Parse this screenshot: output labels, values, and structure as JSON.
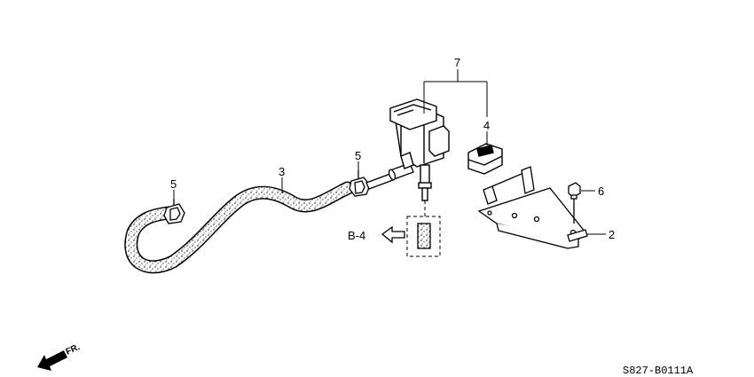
{
  "callouts": {
    "hose": "3",
    "clamp_left": "5",
    "clamp_right": "5",
    "assembly": "7",
    "grommet": "4",
    "bolt": "6",
    "bracket": "2"
  },
  "reference_label": "B-4",
  "direction_label": "FR.",
  "diagram_code": "S827-B0111A"
}
